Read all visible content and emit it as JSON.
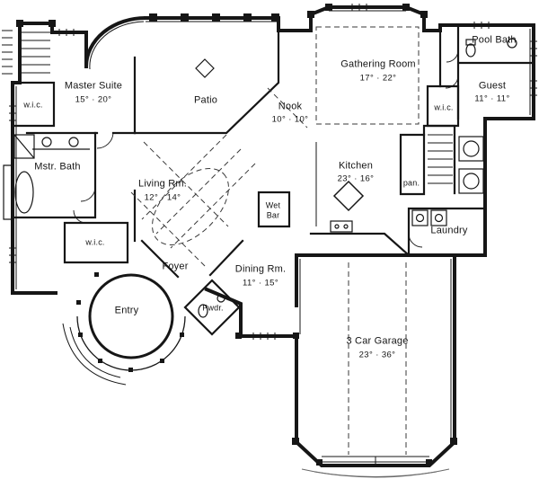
{
  "colors": {
    "ink": "#161616",
    "paper": "#ffffff"
  },
  "rooms": {
    "master_suite": {
      "name": "Master Suite",
      "dims": "15° · 20°"
    },
    "patio": {
      "name": "Patio"
    },
    "gathering": {
      "name": "Gathering Room",
      "dims": "17° · 22°"
    },
    "nook": {
      "name": "Nook",
      "dims": "10° · 10°"
    },
    "pool_bath": {
      "name": "Pool Bath"
    },
    "guest": {
      "name": "Guest",
      "dims": "11° · 11°"
    },
    "wic_master": {
      "name": "w.i.c."
    },
    "wic_guest": {
      "name": "w.i.c."
    },
    "wic_hall": {
      "name": "w.i.c."
    },
    "mstr_bath": {
      "name": "Mstr. Bath"
    },
    "living": {
      "name": "Living Rm.",
      "dims": "12° · 14°"
    },
    "kitchen": {
      "name": "Kitchen",
      "dims": "23° · 16°"
    },
    "pantry": {
      "name": "pan."
    },
    "wet_bar": {
      "line1": "Wet",
      "line2": "Bar"
    },
    "laundry": {
      "name": "Laundry"
    },
    "foyer": {
      "name": "Foyer"
    },
    "dining": {
      "name": "Dining Rm.",
      "dims": "11° · 15°"
    },
    "entry": {
      "name": "Entry"
    },
    "pwdr": {
      "name": "Pwdr."
    },
    "garage": {
      "name": "3 Car Garage",
      "dims": "23° · 36°"
    }
  }
}
